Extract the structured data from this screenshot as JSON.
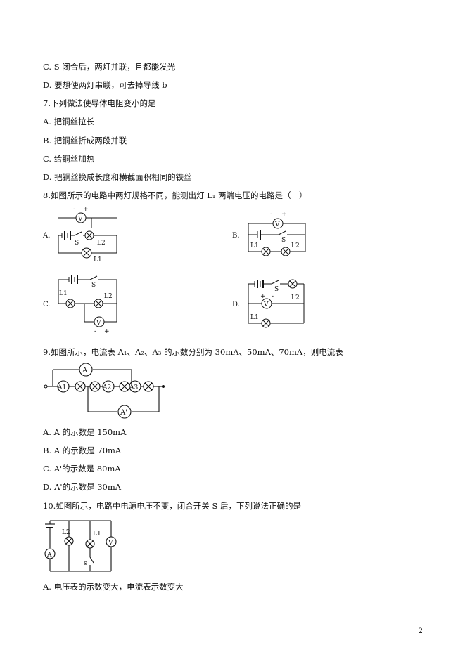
{
  "lines": {
    "c": "C. S 闭合后，两灯并联，且都能发光",
    "d": "D. 要想使两灯串联，可去掉导线 b",
    "q7": "7.下列做法使导体电阻变小的是",
    "q7a": "A. 把铜丝拉长",
    "q7b": "B. 把铜丝折成两段并联",
    "q7c": "C. 给铜丝加热",
    "q7d": "D. 把铜丝换成长度和横截面积相同的铁丝",
    "q8": "8.如图所示的电路中两灯规格不同，能测出灯 L₁ 两端电压的电路是（　）",
    "q9": "9.如图所示，电流表 A₁、A₂、A₃ 的示数分别为 30mA、50mA、70mA，则电流表",
    "q9a": "A. A 的示数是 150mA",
    "q9b": "B. A 的示数是 70mA",
    "q9c": "C. A'的示数是 80mA",
    "q9d": "D. A'的示数是 30mA",
    "q10": "10.如图所示，电路中电源电压不变，闭合开关 S 后，下列说法正确的是",
    "q10a": "A. 电压表的示数变大，电流表示数变大"
  },
  "options": {
    "a": "A.",
    "b": "B.",
    "c": "C.",
    "d": "D."
  },
  "labels": {
    "V": "V",
    "A": "A",
    "A1": "A1",
    "A2": "A2",
    "A3": "A3",
    "Aprime": "A'",
    "S": "S",
    "s": "s",
    "L1": "L1",
    "L2": "L2",
    "plus": "+",
    "minus": "-"
  },
  "page_number": "2"
}
